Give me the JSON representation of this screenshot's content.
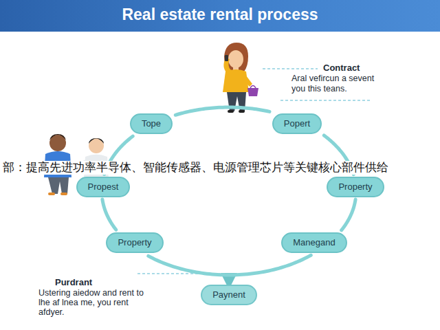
{
  "diagram": {
    "title": "Real estate rental process",
    "nodes": [
      {
        "text": [
          "Tope"
        ]
      },
      {
        "text": [
          "Popert"
        ]
      },
      {
        "text": [
          "Propest"
        ]
      },
      {
        "text": [
          "Property"
        ]
      },
      {
        "text": [
          "Property"
        ]
      },
      {
        "text": [
          "Manegand"
        ]
      },
      {
        "text": [
          "Paynent"
        ]
      }
    ],
    "edges": [
      {
        "from": 0,
        "to": 1,
        "arrow": "none"
      },
      {
        "from": 1,
        "to": 3,
        "arrow": "none"
      },
      {
        "from": 3,
        "to": 5,
        "arrow": "none"
      },
      {
        "from": 5,
        "to": 4,
        "arrow": "none"
      },
      {
        "from": 4,
        "to": 2,
        "arrow": "none"
      },
      {
        "from": 2,
        "to": 0,
        "arrow": "none"
      }
    ],
    "labels": [
      "Contract",
      "Aral vefircun a sevent you this teans.",
      "Purdrant",
      "Ustering aiedow and rent to lhe af lnea me, you rent afdyer.",
      "部：提高先进功率半导体、智能传感器、电源管理芯片等关键核心部件供给"
    ]
  }
}
